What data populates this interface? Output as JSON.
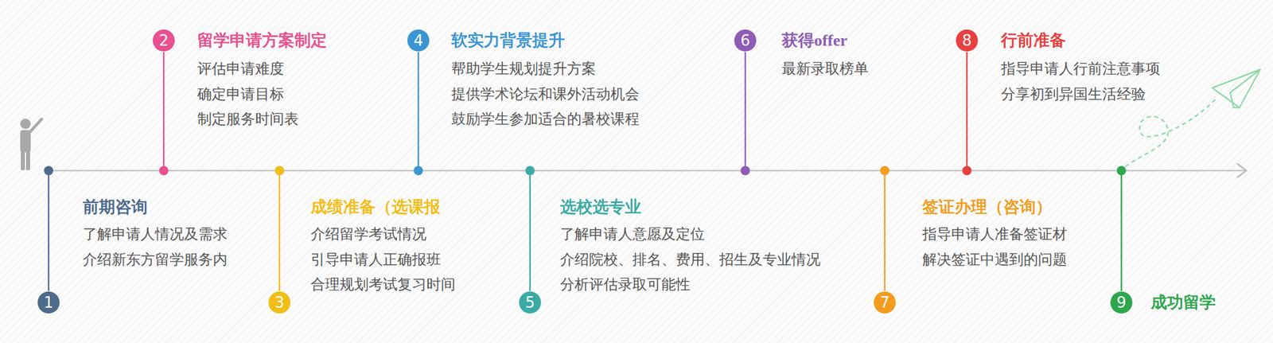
{
  "diagram": {
    "nodes": [
      {
        "text": [
          "1"
        ]
      },
      {
        "text": [
          "2"
        ]
      },
      {
        "text": [
          "3"
        ]
      },
      {
        "text": [
          "4"
        ]
      },
      {
        "text": [
          "5"
        ]
      },
      {
        "text": [
          "6"
        ]
      },
      {
        "text": [
          "7"
        ]
      },
      {
        "text": [
          "8"
        ]
      },
      {
        "text": [
          "9"
        ]
      }
    ],
    "labels": [
      "前期咨询",
      "了解申请人情况及需求",
      "介绍新东方留学服务内",
      "留学申请方案制定",
      "评估申请难度",
      "确定申请目标",
      "制定服务时间表",
      "成绩准备（选课报",
      "介绍留学考试情况",
      "引导申请人正确报班",
      "合理规划考试复习时间",
      "软实力背景提升",
      "帮助学生规划提升方案",
      "提供学术论坛和课外活动机会",
      "鼓励学生参加适合的暑校课程",
      "选校选专业",
      "了解申请人意愿及定位",
      "介绍院校、排名、费用、招生及专业情况",
      "分析评估录取可能性",
      "获得offer",
      "最新录取榜单",
      "签证办理（咨询）",
      "指导申请人准备签证材",
      "解决签证中遇到的问题",
      "行前准备",
      "指导申请人行前注意事项",
      "分享初到异国生活经验",
      "成功留学"
    ]
  }
}
